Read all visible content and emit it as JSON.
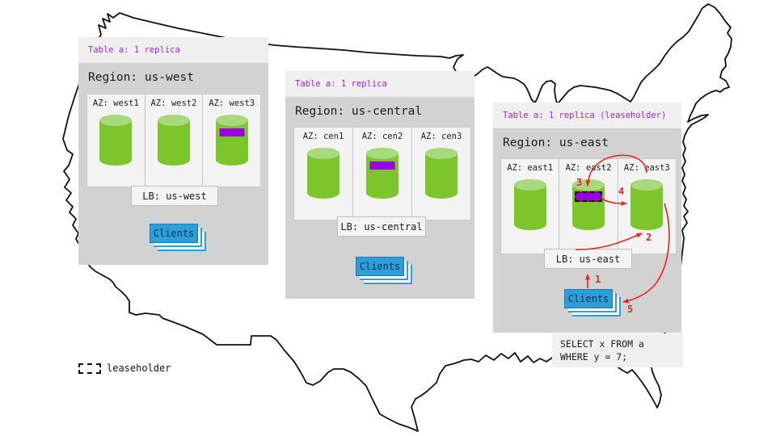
{
  "panels": [
    {
      "table_label": "Table a: 1 replica",
      "region_label": "Region: us-west",
      "azs": [
        "AZ: west1",
        "AZ: west2",
        "AZ: west3"
      ],
      "lb_label": "LB: us-west",
      "clients_label": "Clients",
      "replica_az_index": 2,
      "replica_is_leaseholder": false
    },
    {
      "table_label": "Table a: 1 replica",
      "region_label": "Region: us-central",
      "azs": [
        "AZ: cen1",
        "AZ: cen2",
        "AZ: cen3"
      ],
      "lb_label": "LB: us-central",
      "clients_label": "Clients",
      "replica_az_index": 1,
      "replica_is_leaseholder": false
    },
    {
      "table_label": "Table a: 1 replica (leaseholder)",
      "region_label": "Region: us-east",
      "azs": [
        "AZ: east1",
        "AZ: east2",
        "AZ: east3"
      ],
      "lb_label": "LB: us-east",
      "clients_label": "Clients",
      "replica_az_index": 1,
      "replica_is_leaseholder": true
    }
  ],
  "flow_steps": [
    "1",
    "2",
    "3",
    "4",
    "5"
  ],
  "query_box": {
    "line1": "SELECT x FROM a",
    "line2": "WHERE y = 7;"
  },
  "legend": {
    "label": "leaseholder"
  },
  "colors": {
    "replica_green": "#7cc62c",
    "replica_green_top": "#a9d97d",
    "range_purple": "#9902e0",
    "table_label_purple": "#a020f0",
    "clients_blue": "#2b9fd9",
    "flow_red": "#e8251f"
  }
}
